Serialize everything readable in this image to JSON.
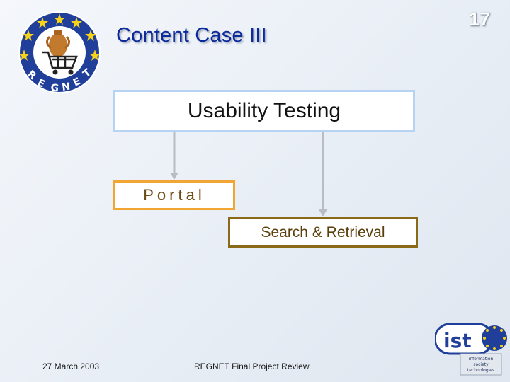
{
  "page_number": "17",
  "title": "Content Case III",
  "diagram": {
    "top_box": "Usability Testing",
    "portal_box": "Portal",
    "search_box": "Search & Retrieval"
  },
  "footer": {
    "date": "27 March 2003",
    "review": "REGNET Final Project Review"
  },
  "logos": {
    "left_logo_text": "REGNET",
    "right_logo_text": "ist",
    "right_logo_caption": "information society technologies"
  },
  "colors": {
    "title": "#0c2a9a",
    "top_box_border": "#b7d3f3",
    "portal_border": "#f1a634",
    "search_border": "#8a6a16",
    "connector": "#b9bcc2"
  }
}
